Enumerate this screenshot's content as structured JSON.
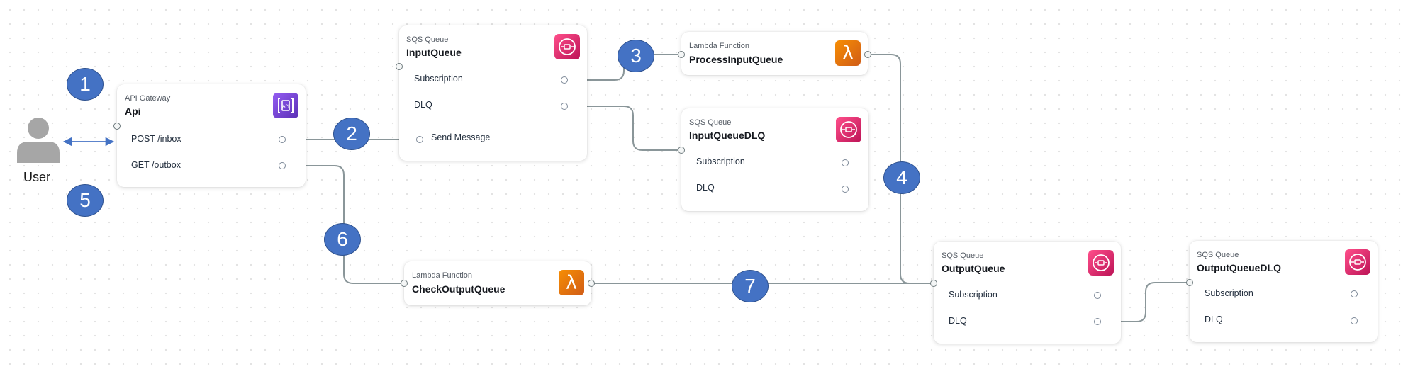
{
  "user": {
    "label": "User",
    "icon": "user-icon"
  },
  "cards": {
    "api": {
      "type": "API Gateway",
      "name": "Api",
      "icon": "api-gateway-icon",
      "rows": [
        "POST /inbox",
        "GET /outbox"
      ]
    },
    "input_queue": {
      "type": "SQS Queue",
      "name": "InputQueue",
      "icon": "sqs-icon",
      "rows": [
        "Subscription",
        "DLQ",
        "Send Message"
      ]
    },
    "process_input": {
      "type": "Lambda Function",
      "name": "ProcessInputQueue",
      "icon": "lambda-icon"
    },
    "input_dlq": {
      "type": "SQS Queue",
      "name": "InputQueueDLQ",
      "icon": "sqs-icon",
      "rows": [
        "Subscription",
        "DLQ"
      ]
    },
    "check_output": {
      "type": "Lambda Function",
      "name": "CheckOutputQueue",
      "icon": "lambda-icon"
    },
    "output_queue": {
      "type": "SQS Queue",
      "name": "OutputQueue",
      "icon": "sqs-icon",
      "rows": [
        "Subscription",
        "DLQ"
      ]
    },
    "output_dlq": {
      "type": "SQS Queue",
      "name": "OutputQueueDLQ",
      "icon": "sqs-icon",
      "rows": [
        "Subscription",
        "DLQ"
      ]
    }
  },
  "badges": [
    "1",
    "2",
    "3",
    "4",
    "5",
    "6",
    "7"
  ],
  "colors": {
    "badge": "#4472c4",
    "wire": "#8a9699",
    "api_gateway": "#8c4fff",
    "sqs": "#e7157b",
    "lambda": "#ed7100"
  }
}
